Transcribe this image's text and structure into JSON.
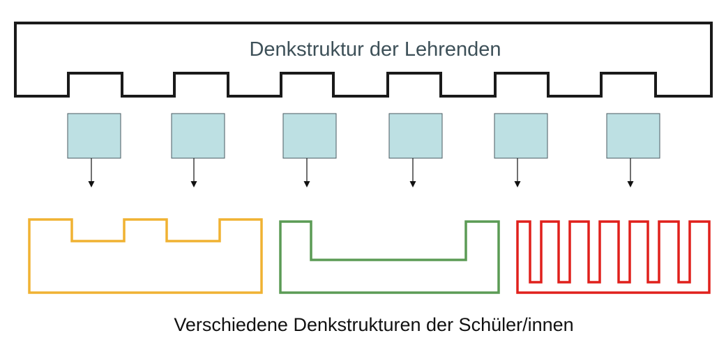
{
  "title": "Denkstruktur der Lehrenden",
  "caption": "Verschiedene Denkstrukturen der Schüler/innen",
  "colors": {
    "teacher_outline": "#1a1a1a",
    "title_text": "#3d5058",
    "block_fill": "#bde0e3",
    "block_stroke": "#4a5a60",
    "arrow": "#111111",
    "caption_text": "#111111",
    "student_1": "#f0b232",
    "student_2": "#5b9b55",
    "student_3": "#e0201c"
  },
  "blocks_count": 6
}
